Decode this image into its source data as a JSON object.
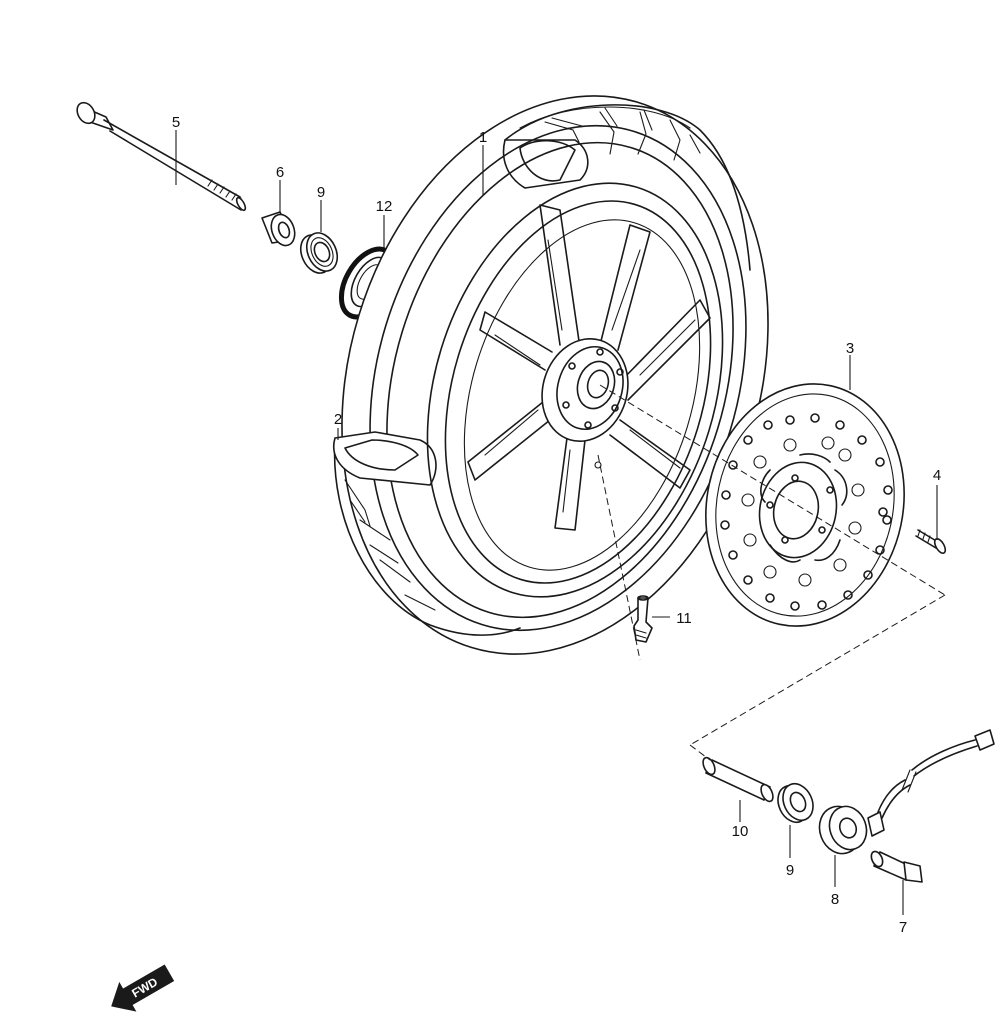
{
  "diagram": {
    "type": "exploded-parts-view",
    "callouts": {
      "tire": "1",
      "wheel": "2",
      "brake_disc": "3",
      "disc_bolt": "4",
      "axle": "5",
      "collar": "6",
      "axle_nut": "7",
      "speed_sensor": "8",
      "bearing_left": "9",
      "bearing_right": "9",
      "spacer": "10",
      "valve": "11",
      "dust_seal": "12"
    },
    "direction_arrow": {
      "label": "FWD"
    }
  }
}
